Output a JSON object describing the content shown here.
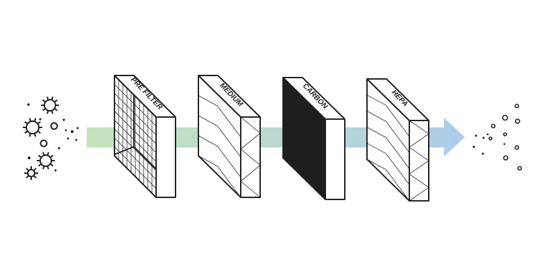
{
  "diagram": {
    "colors": {
      "stroke": "#222222",
      "background": "#ffffff",
      "carbon_fill": "#1e1e1e",
      "arrow_start": "#b9dfb0",
      "arrow_end": "#a9c9e9"
    },
    "flow_direction": "left-to-right",
    "intake_particles": "many dirty particles (spiky spores, circles, dots)",
    "outlet_particles": "few small clean particles",
    "filters": [
      {
        "label": "PRE FILTER",
        "pattern": "grid"
      },
      {
        "label": "MEDIUM",
        "pattern": "diagonal"
      },
      {
        "label": "CARBON",
        "pattern": "solid"
      },
      {
        "label": "HEPA",
        "pattern": "dense-diagonal"
      }
    ]
  }
}
